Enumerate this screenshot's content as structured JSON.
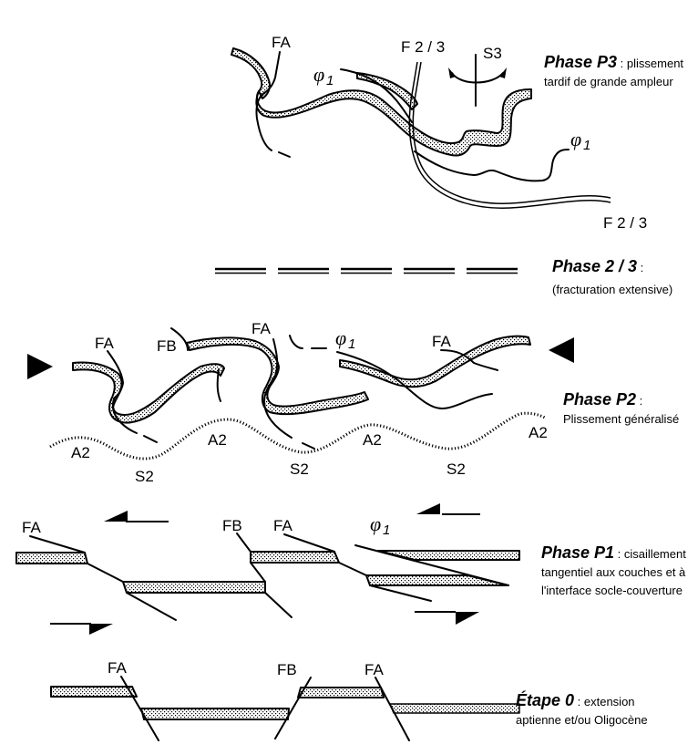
{
  "colors": {
    "ink": "#000000",
    "background": "#ffffff",
    "layer_fill": "#d8d8d8"
  },
  "phases": {
    "p3": {
      "title": "Phase P3",
      "sep": " : ",
      "desc_line1": "plissement",
      "desc_line2": "tardif de grande ampleur"
    },
    "p23": {
      "title": "Phase 2 / 3",
      "sep": " :",
      "desc_line2": "(fracturation extensive)"
    },
    "p2": {
      "title": "Phase P2",
      "sep": " :",
      "desc_line2": "Plissement généralisé"
    },
    "p1": {
      "title": "Phase P1",
      "sep": " : ",
      "desc_line1": "cisaillement",
      "desc_line2": "tangentiel aux couches et à",
      "desc_line3": "l'interface socle-couverture"
    },
    "p0": {
      "title": "Étape 0",
      "sep": " : ",
      "desc_line1": "extension",
      "desc_line2": "aptienne et/ou Oligocène"
    }
  },
  "labels": {
    "fa": "FA",
    "fb": "FB",
    "f23": "F 2 / 3",
    "s3": "S3",
    "a2": "A2",
    "s2": "S2",
    "phi": "φ",
    "phi_sub": "1"
  }
}
